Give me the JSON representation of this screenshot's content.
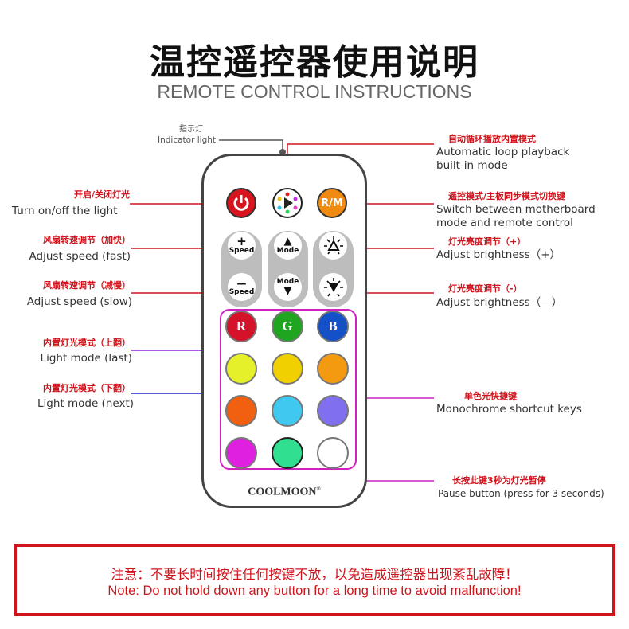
{
  "header": {
    "title": "温控遥控器使用说明",
    "subtitle": "REMOTE CONTROL INSTRUCTIONS"
  },
  "indicator": {
    "cn": "指示灯",
    "en": "Indicator light"
  },
  "labels": {
    "power": {
      "cn": "开启/关闭灯光",
      "en": "Turn on/off the light"
    },
    "speed_fast": {
      "cn": "风扇转速调节（加快）",
      "en": "Adjust speed (fast)"
    },
    "speed_slow": {
      "cn": "风扇转速调节（减慢）",
      "en": "Adjust speed (slow)"
    },
    "mode_last": {
      "cn": "内置灯光模式（上翻）",
      "en": "Light mode (last)"
    },
    "mode_next": {
      "cn": "内置灯光模式（下翻）",
      "en": "Light mode (next)"
    },
    "auto_loop": {
      "cn": "自动循环播放内置模式",
      "en1": "Automatic loop playback",
      "en2": "built-in mode"
    },
    "rm_switch": {
      "cn": "遥控模式/主板同步模式切换键",
      "en1": "Switch between motherboard",
      "en2": "mode and remote control"
    },
    "bright_up": {
      "cn": "灯光亮度调节（+）",
      "en": "Adjust brightness（+）"
    },
    "bright_down": {
      "cn": "灯光亮度调节（-）",
      "en": "Adjust brightness（—）"
    },
    "mono": {
      "cn": "单色光快捷键",
      "en": "Monochrome shortcut keys"
    },
    "pause": {
      "cn": "长按此键3秒为灯光暂停",
      "en": "Pause button (press for 3 seconds)"
    }
  },
  "remote": {
    "rm_label": "R/M",
    "speed_plus": "+",
    "speed_minus": "—",
    "speed": "Speed",
    "mode": "Mode",
    "r": "R",
    "g": "G",
    "b": "B",
    "brand": "COOLMOON",
    "reg": "®",
    "colors": {
      "power": "#d8141f",
      "rm": "#f08a10",
      "r": "#d4132a",
      "g": "#1fa51f",
      "b": "#1450c8",
      "c4": "#e6f02a",
      "c5": "#f0d000",
      "c6": "#f39a10",
      "c7": "#f06010",
      "c8": "#40c8f0",
      "c9": "#8070f0",
      "c10": "#e020e0",
      "c11": "#30e090",
      "c12": "#ffffff"
    }
  },
  "note": {
    "cn": "注意：不要长时间按住任何按键不放，以免造成遥控器出现紊乱故障！",
    "en": "Note: Do not hold down any button for a long time to avoid malfunction!"
  }
}
